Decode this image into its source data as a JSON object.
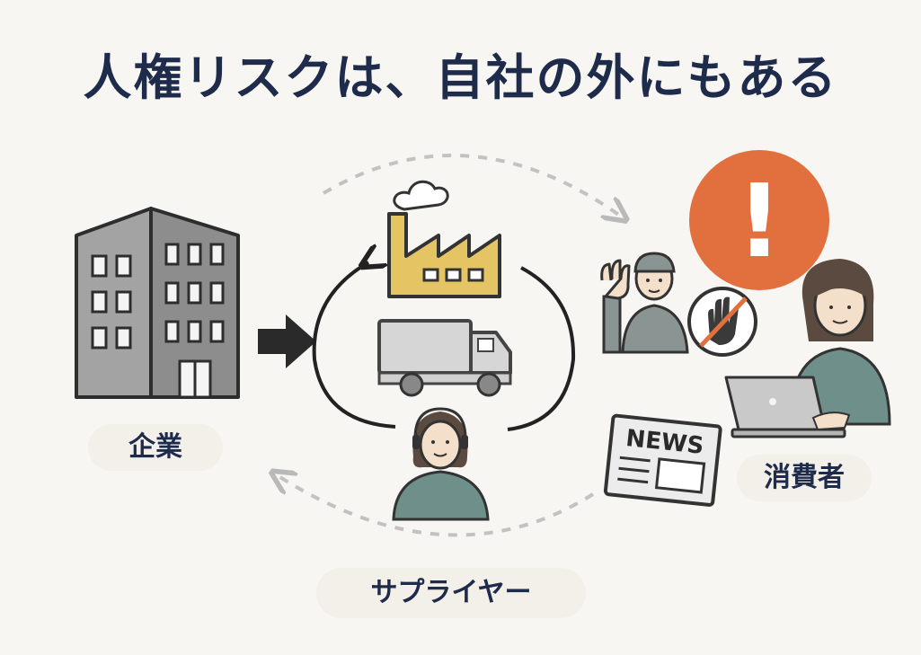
{
  "title": "人権リスクは、自社の外にもある",
  "labels": {
    "company": "企業",
    "supplier": "サプライヤー",
    "consumer": "消費者"
  },
  "newspaper": {
    "text": "NEWS"
  },
  "alert": {
    "symbol": "!"
  },
  "colors": {
    "title": "#1f2b4a",
    "alert": "#e2703f",
    "factory": "#e4c463",
    "person": "#6f8f8a",
    "building": "#9a9a9a",
    "background": "#f8f6f2"
  }
}
